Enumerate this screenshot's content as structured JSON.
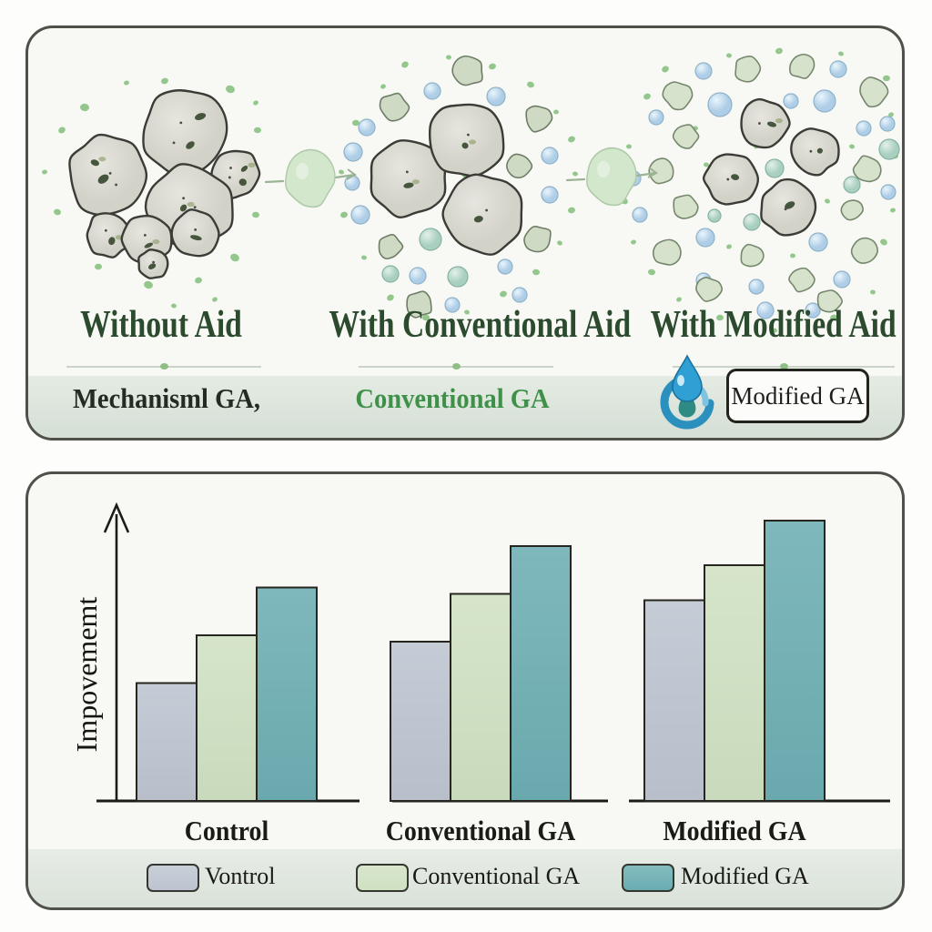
{
  "palette": {
    "panel_bg": "#f8f9f5",
    "panel_border": "#50504a",
    "strip_bg": "#dfe7de",
    "heading_green": "#2c4b2e",
    "caption_green": "#3f9149",
    "caption_dark": "#232b22",
    "axis_color": "#1b1b18",
    "bar_outline": "#26261f",
    "particle_gray": "#dcdbd3",
    "particle_green": "#cfdac4",
    "particle_blue": "#b3d2e8",
    "small_dot_green": "#93c78b",
    "droplet_blue": "#2f9fd4"
  },
  "top_panel": {
    "stages": [
      {
        "heading": "Without Aid",
        "caption": "Mechanisml GA,",
        "caption_color": "dark"
      },
      {
        "heading": "With Conventional Aid",
        "caption": "Conventional GA",
        "caption_color": "green"
      },
      {
        "heading": "With Modified Aid",
        "caption": "Modified GA",
        "caption_color": "dark",
        "icon": "water-drop-icon"
      }
    ],
    "arrow_icons": 2
  },
  "chart_data": {
    "type": "bar",
    "title": "",
    "xlabel": "",
    "ylabel": "Impovememt",
    "ylim": [
      0,
      100
    ],
    "units": "relative (no tick labels shown)",
    "grid": false,
    "y_axis_arrow": true,
    "categories": [
      "Control",
      "Conventional GA",
      "Modified GA"
    ],
    "series": [
      {
        "name": "Vontrol",
        "color": "#bdc4cf",
        "values": [
          37,
          50,
          63
        ]
      },
      {
        "name": "Conventional GA",
        "color": "#cfe1c1",
        "values": [
          52,
          65,
          74
        ]
      },
      {
        "name": "Modified GA",
        "color": "#6aadb1",
        "values": [
          67,
          80,
          88
        ]
      }
    ],
    "legend_position": "bottom"
  }
}
